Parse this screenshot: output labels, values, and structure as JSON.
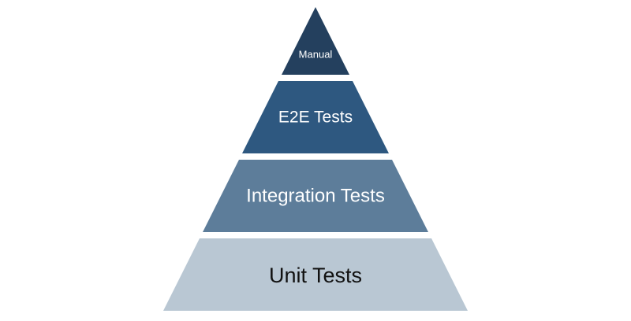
{
  "pyramid": {
    "tiers": [
      {
        "label": "Manual",
        "color": "#24405e",
        "text_color": "#ffffff"
      },
      {
        "label": "E2E Tests",
        "color": "#2e5880",
        "text_color": "#ffffff"
      },
      {
        "label": "Integration Tests",
        "color": "#5d7d9a",
        "text_color": "#ffffff"
      },
      {
        "label": "Unit Tests",
        "color": "#b9c7d3",
        "text_color": "#111111"
      }
    ]
  }
}
